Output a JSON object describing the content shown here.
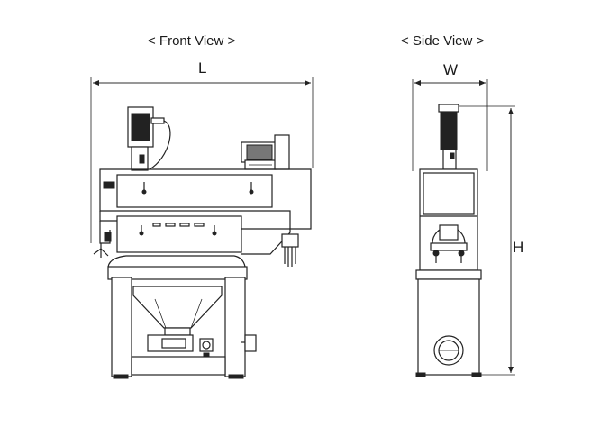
{
  "labels": {
    "front_view": "< Front View >",
    "side_view": "< Side View >",
    "length": "L",
    "width": "W",
    "height": "H"
  },
  "colors": {
    "line": "#222222",
    "background": "#ffffff"
  }
}
